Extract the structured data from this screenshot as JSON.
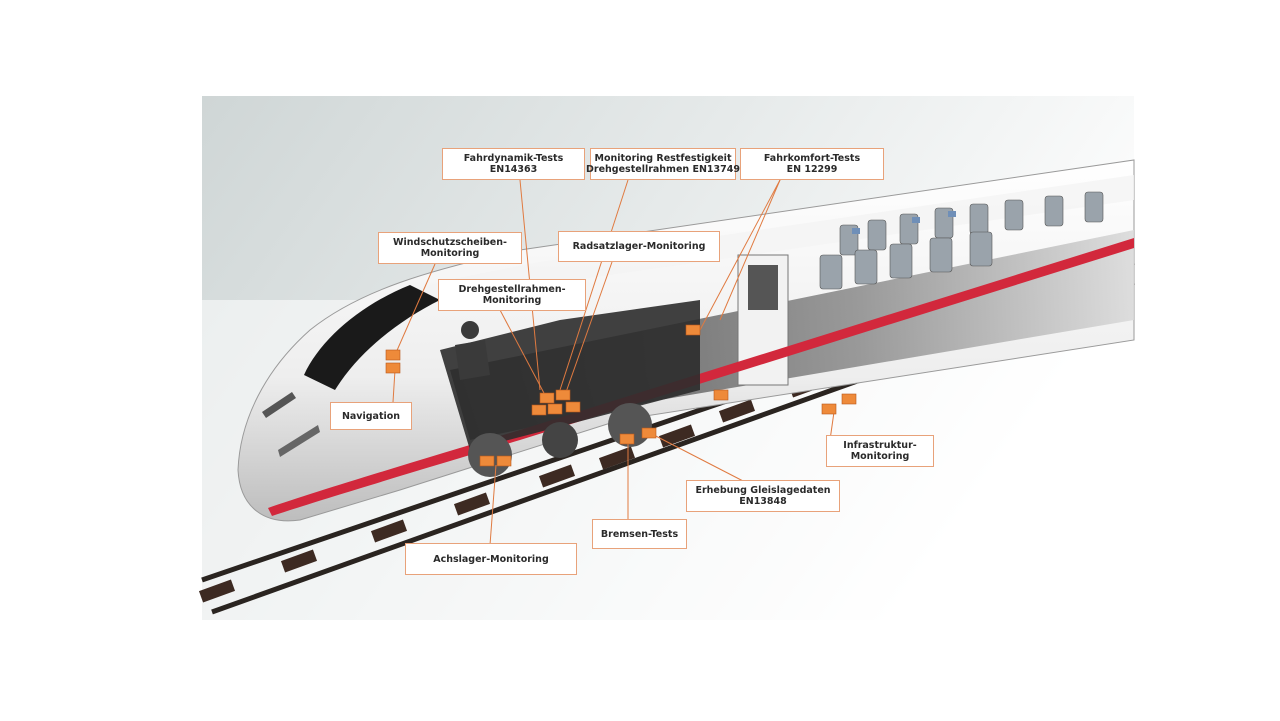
{
  "colors": {
    "callout_border": "#e8a27a",
    "sensor": "#ee8a3a",
    "leader_line": "#e07a40",
    "stripe": "#d2283c",
    "rail": "#3a2e28"
  },
  "callouts": {
    "fahrdynamik": {
      "line1": "Fahrdynamik-Tests",
      "line2": "EN14363"
    },
    "monitoring_festigkeit": {
      "line1": "Monitoring Restfestigkeit",
      "line2": "Drehgestellrahmen EN13749"
    },
    "fahrkomfort": {
      "line1": "Fahrkomfort-Tests",
      "line2": "EN 12299"
    },
    "windschutz": {
      "line1": "Windschutzscheiben-",
      "line2": "Monitoring"
    },
    "radsatzlager": {
      "line1": "Radsatzlager-Monitoring"
    },
    "drehgestell": {
      "line1": "Drehgestellrahmen-",
      "line2": "Monitoring"
    },
    "navigation": {
      "line1": "Navigation"
    },
    "infrastruktur": {
      "line1": "Infrastruktur-",
      "line2": "Monitoring"
    },
    "erhebung": {
      "line1": "Erhebung Gleislagedaten",
      "line2": "EN13848"
    },
    "bremsen": {
      "line1": "Bremsen-Tests"
    },
    "achslager": {
      "line1": "Achslager-Monitoring"
    }
  }
}
